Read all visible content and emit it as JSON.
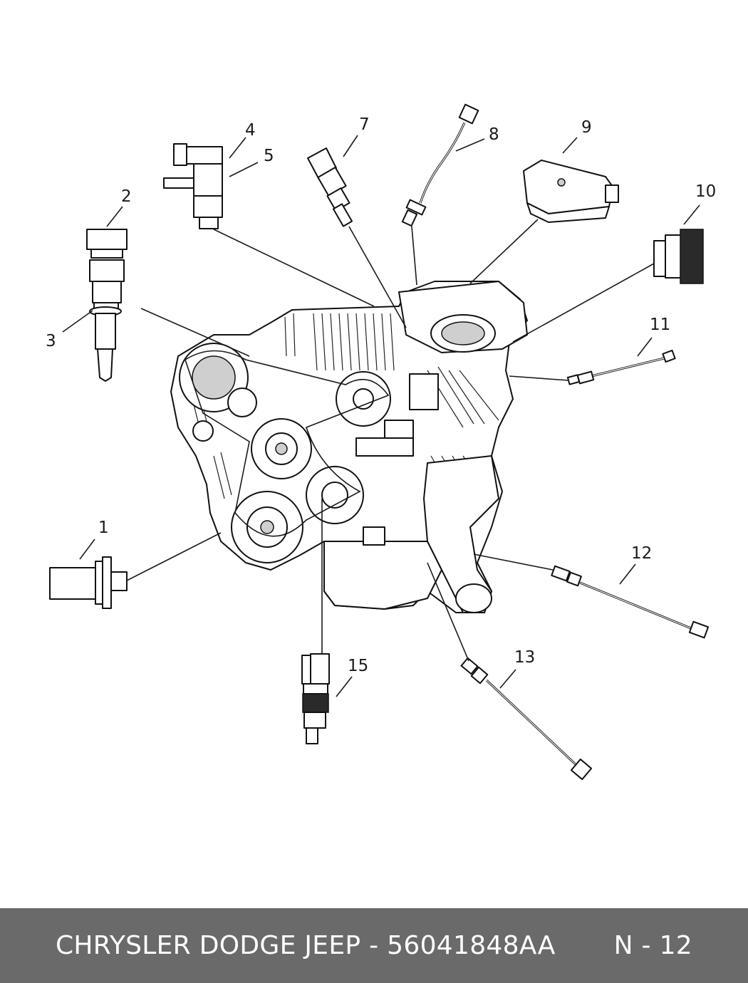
{
  "diagram": {
    "callouts": [
      "1",
      "2",
      "3",
      "4",
      "5",
      "7",
      "8",
      "9",
      "10",
      "11",
      "12",
      "13",
      "15"
    ]
  },
  "footer": {
    "title": "CHRYSLER DODGE JEEP - 56041848AA",
    "page": "N - 12"
  },
  "colors": {
    "footer_bg": "#6a6a6a",
    "footer_text": "#ffffff",
    "line": "#111111"
  }
}
